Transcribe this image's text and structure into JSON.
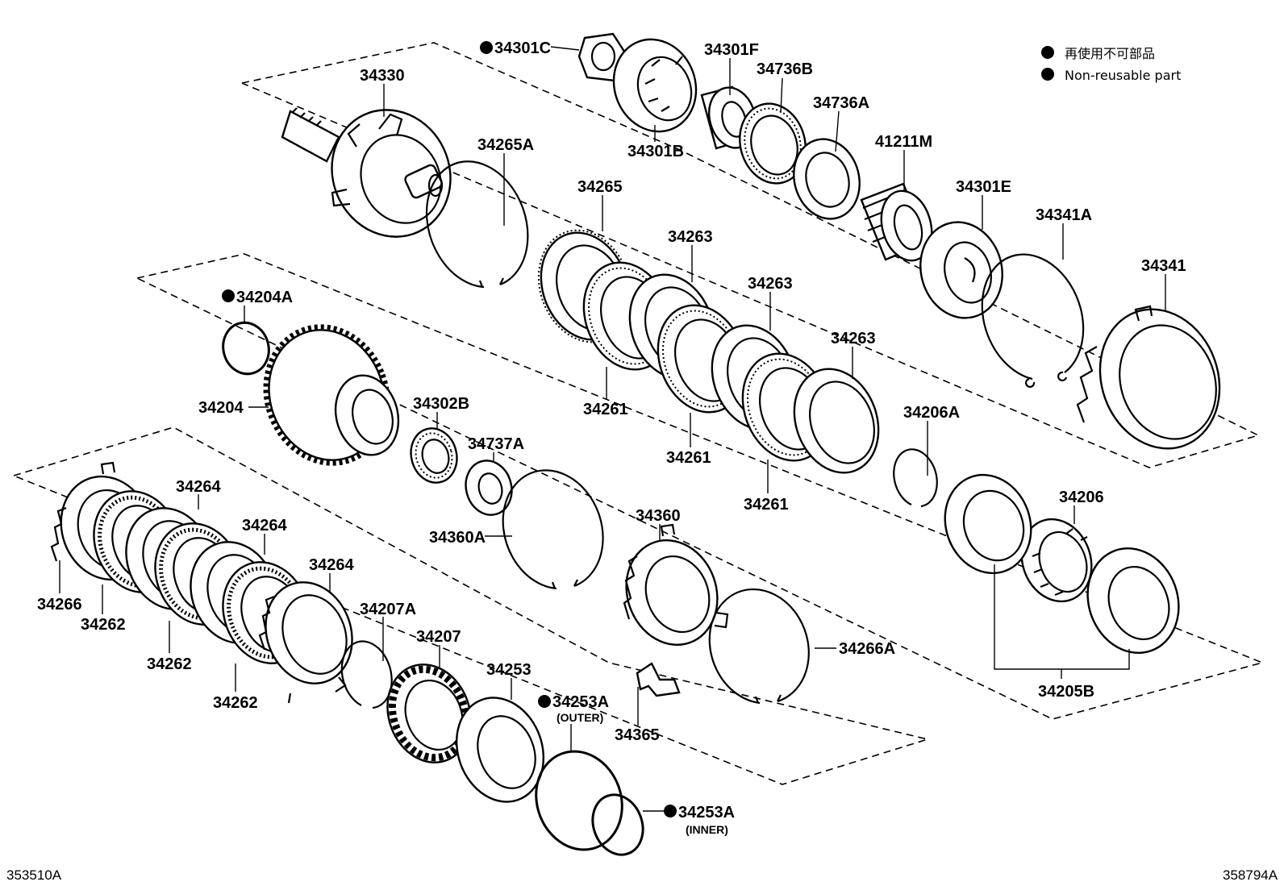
{
  "legend": {
    "line1": "再使用不可部品",
    "line2": "Non-reusable part"
  },
  "parts": [
    {
      "id": "p34301C",
      "label": "34301C",
      "nonreusable": true
    },
    {
      "id": "p34301F",
      "label": "34301F"
    },
    {
      "id": "p34736B",
      "label": "34736B"
    },
    {
      "id": "p34736A",
      "label": "34736A"
    },
    {
      "id": "p34301B",
      "label": "34301B"
    },
    {
      "id": "p34330",
      "label": "34330"
    },
    {
      "id": "p34265A",
      "label": "34265A"
    },
    {
      "id": "p41211M",
      "label": "41211M"
    },
    {
      "id": "p34301E",
      "label": "34301E"
    },
    {
      "id": "p34341A",
      "label": "34341A"
    },
    {
      "id": "p34341",
      "label": "34341"
    },
    {
      "id": "p34265",
      "label": "34265"
    },
    {
      "id": "p34263a",
      "label": "34263"
    },
    {
      "id": "p34263b",
      "label": "34263"
    },
    {
      "id": "p34263c",
      "label": "34263"
    },
    {
      "id": "p34261a",
      "label": "34261"
    },
    {
      "id": "p34261b",
      "label": "34261"
    },
    {
      "id": "p34261c",
      "label": "34261"
    },
    {
      "id": "p34204A",
      "label": "34204A",
      "nonreusable": true
    },
    {
      "id": "p34204",
      "label": "34204"
    },
    {
      "id": "p34302B",
      "label": "34302B"
    },
    {
      "id": "p34737A",
      "label": "34737A"
    },
    {
      "id": "p34206A",
      "label": "34206A"
    },
    {
      "id": "p34206",
      "label": "34206"
    },
    {
      "id": "p34360A",
      "label": "34360A"
    },
    {
      "id": "p34360",
      "label": "34360"
    },
    {
      "id": "p34264a",
      "label": "34264"
    },
    {
      "id": "p34264b",
      "label": "34264"
    },
    {
      "id": "p34264c",
      "label": "34264"
    },
    {
      "id": "p34266",
      "label": "34266"
    },
    {
      "id": "p34262a",
      "label": "34262"
    },
    {
      "id": "p34262b",
      "label": "34262"
    },
    {
      "id": "p34262c",
      "label": "34262"
    },
    {
      "id": "p34207A",
      "label": "34207A"
    },
    {
      "id": "p34207",
      "label": "34207"
    },
    {
      "id": "p34253",
      "label": "34253"
    },
    {
      "id": "p34253Aouter",
      "label": "34253A",
      "nonreusable": true,
      "note": "(OUTER)"
    },
    {
      "id": "p34253Ainner",
      "label": "34253A",
      "nonreusable": true,
      "note": "(INNER)"
    },
    {
      "id": "p34365",
      "label": "34365"
    },
    {
      "id": "p34266A",
      "label": "34266A"
    },
    {
      "id": "p34205B",
      "label": "34205B"
    }
  ],
  "footer": {
    "left_code": "353510A",
    "right_code": "358794A"
  }
}
